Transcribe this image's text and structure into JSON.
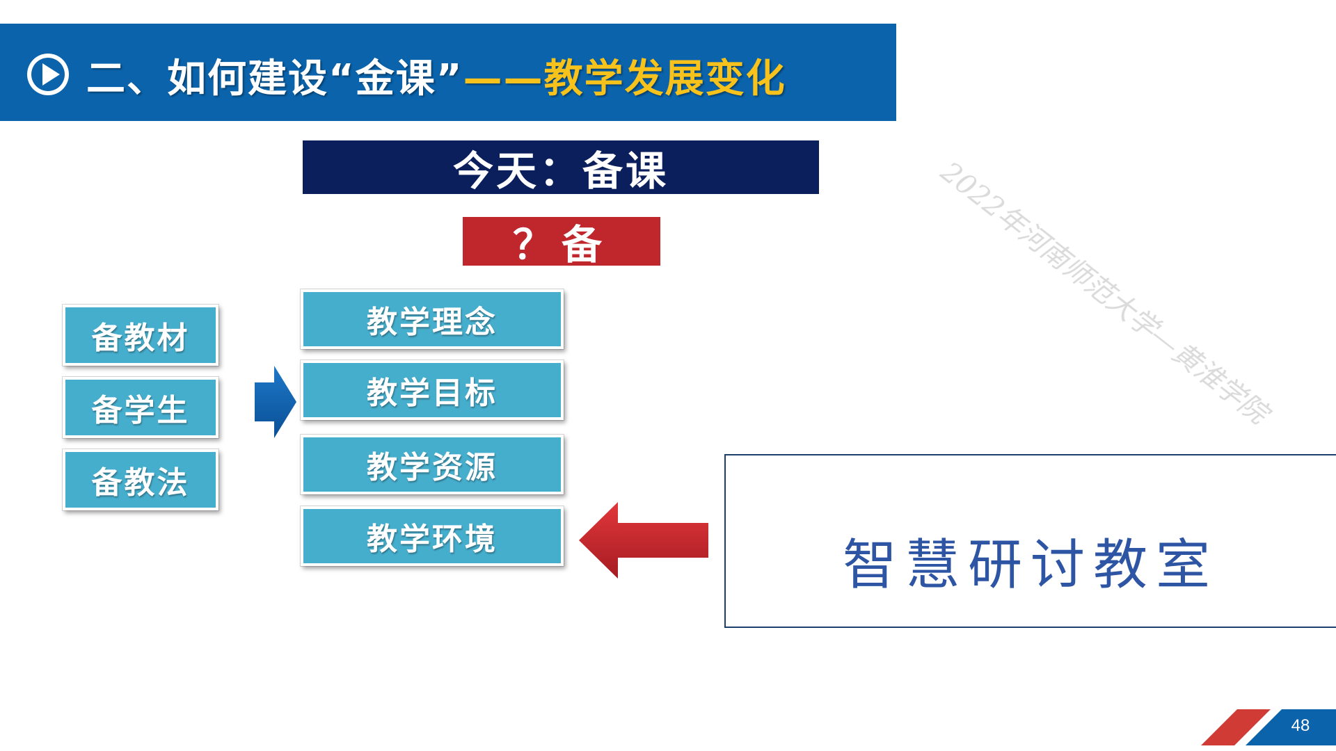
{
  "header": {
    "title_prefix": "二、如何建设“金课”",
    "title_accent": "——教学发展变化",
    "icon": "play-circle-icon"
  },
  "watermark": "2022年河南师范大学—黄淮学院",
  "today_label": "今天：备课",
  "question_label": "？备",
  "left_items": [
    "备教材",
    "备学生",
    "备教法"
  ],
  "mid_items": [
    "教学理念",
    "教学目标",
    "教学资源",
    "教学环境"
  ],
  "smart_room_label": "智慧研讨教室",
  "page_number": "48",
  "colors": {
    "header_bg": "#0a63ab",
    "accent": "#f7c21b",
    "navy": "#0b1f5c",
    "red": "#c0272d",
    "tile": "#46aecd",
    "blue_arrow": "#0a5aa6",
    "smart_text": "#2e55a4"
  }
}
